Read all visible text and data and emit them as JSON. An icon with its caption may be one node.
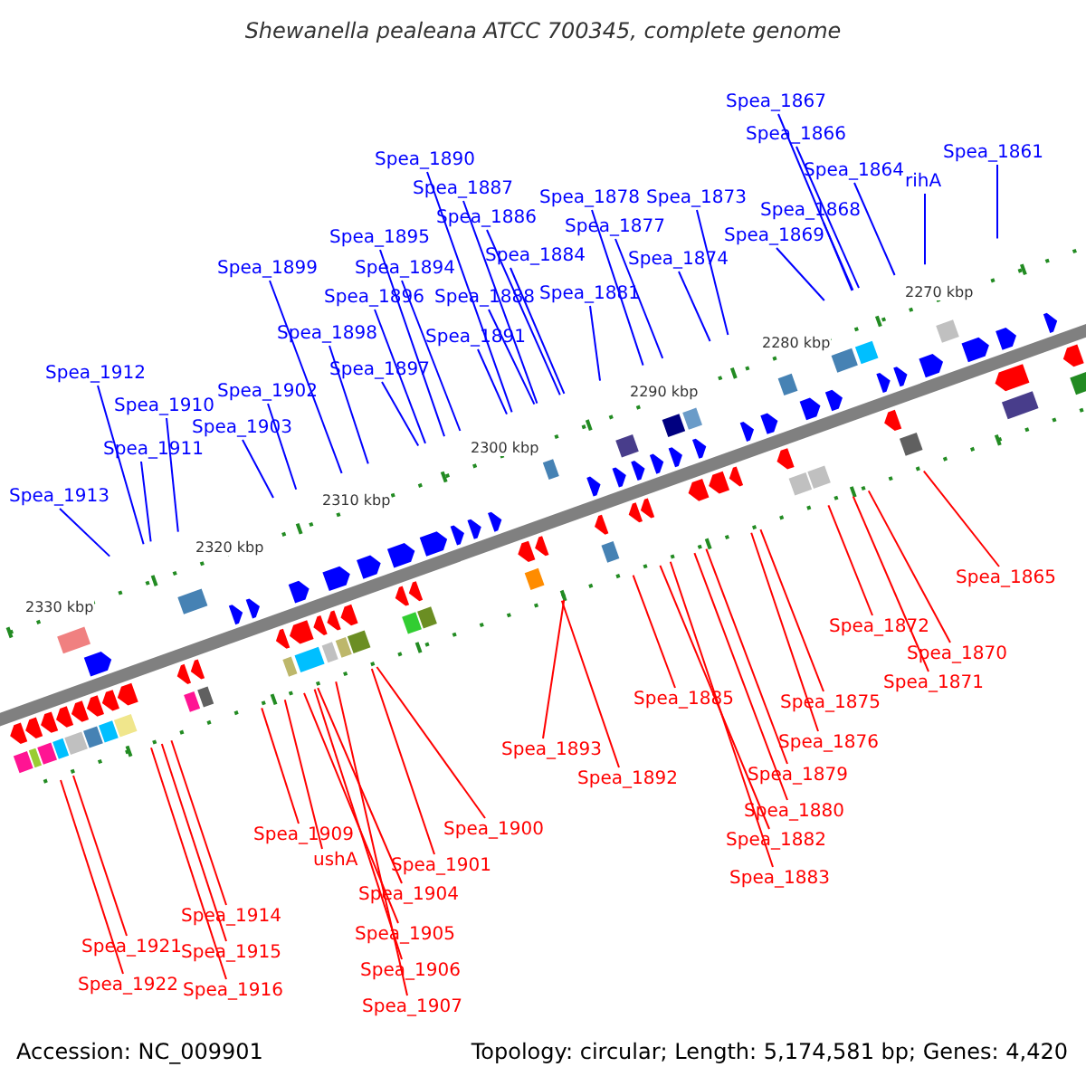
{
  "diagram": {
    "title": "Shewanella pealeana ATCC 700345, complete genome",
    "nodes": [
      {
        "text": [
          "Spea_1867"
        ]
      },
      {
        "text": [
          "Spea_1866"
        ]
      },
      {
        "text": [
          "Spea_1864"
        ]
      },
      {
        "text": [
          "rihA"
        ]
      },
      {
        "text": [
          "Spea_1861"
        ]
      },
      {
        "text": [
          "Spea_1868"
        ]
      },
      {
        "text": [
          "Spea_1869"
        ]
      },
      {
        "text": [
          "Spea_1890"
        ]
      },
      {
        "text": [
          "Spea_1887"
        ]
      },
      {
        "text": [
          "Spea_1886"
        ]
      },
      {
        "text": [
          "Spea_1878"
        ]
      },
      {
        "text": [
          "Spea_1873"
        ]
      },
      {
        "text": [
          "Spea_1877"
        ]
      },
      {
        "text": [
          "Spea_1895"
        ]
      },
      {
        "text": [
          "Spea_1884"
        ]
      },
      {
        "text": [
          "Spea_1874"
        ]
      },
      {
        "text": [
          "Spea_1894"
        ]
      },
      {
        "text": [
          "Spea_1888"
        ]
      },
      {
        "text": [
          "Spea_1881"
        ]
      },
      {
        "text": [
          "Spea_1899"
        ]
      },
      {
        "text": [
          "Spea_1896"
        ]
      },
      {
        "text": [
          "Spea_1898"
        ]
      },
      {
        "text": [
          "Spea_1891"
        ]
      },
      {
        "text": [
          "Spea_1897"
        ]
      },
      {
        "text": [
          "Spea_1912"
        ]
      },
      {
        "text": [
          "Spea_1902"
        ]
      },
      {
        "text": [
          "Spea_1910"
        ]
      },
      {
        "text": [
          "Spea_1903"
        ]
      },
      {
        "text": [
          "Spea_1911"
        ]
      },
      {
        "text": [
          "Spea_1913"
        ]
      },
      {
        "text": [
          "Spea_1865"
        ]
      },
      {
        "text": [
          "Spea_1872"
        ]
      },
      {
        "text": [
          "Spea_1870"
        ]
      },
      {
        "text": [
          "Spea_1871"
        ]
      },
      {
        "text": [
          "Spea_1885"
        ]
      },
      {
        "text": [
          "Spea_1875"
        ]
      },
      {
        "text": [
          "Spea_1876"
        ]
      },
      {
        "text": [
          "Spea_1879"
        ]
      },
      {
        "text": [
          "Spea_1880"
        ]
      },
      {
        "text": [
          "Spea_1882"
        ]
      },
      {
        "text": [
          "Spea_1883"
        ]
      },
      {
        "text": [
          "Spea_1893"
        ]
      },
      {
        "text": [
          "Spea_1892"
        ]
      },
      {
        "text": [
          "Spea_1900"
        ]
      },
      {
        "text": [
          "Spea_1901"
        ]
      },
      {
        "text": [
          "Spea_1909"
        ]
      },
      {
        "text": [
          "ushA"
        ]
      },
      {
        "text": [
          "Spea_1904"
        ]
      },
      {
        "text": [
          "Spea_1905"
        ]
      },
      {
        "text": [
          "Spea_1906"
        ]
      },
      {
        "text": [
          "Spea_1907"
        ]
      },
      {
        "text": [
          "Spea_1914"
        ]
      },
      {
        "text": [
          "Spea_1915"
        ]
      },
      {
        "text": [
          "Spea_1916"
        ]
      },
      {
        "text": [
          "Spea_1921"
        ]
      },
      {
        "text": [
          "Spea_1922"
        ]
      }
    ],
    "edges": [
      {
        "from": 0,
        "to": null,
        "arrow": "none"
      },
      {
        "from": 1,
        "to": null,
        "arrow": "none"
      },
      {
        "from": 2,
        "to": null,
        "arrow": "none"
      },
      {
        "from": 3,
        "to": null,
        "arrow": "none"
      },
      {
        "from": 4,
        "to": null,
        "arrow": "none"
      },
      {
        "from": 5,
        "to": null,
        "arrow": "none"
      },
      {
        "from": 6,
        "to": null,
        "arrow": "none"
      },
      {
        "from": 7,
        "to": null,
        "arrow": "none"
      },
      {
        "from": 8,
        "to": null,
        "arrow": "none"
      },
      {
        "from": 9,
        "to": null,
        "arrow": "none"
      },
      {
        "from": 10,
        "to": null,
        "arrow": "none"
      },
      {
        "from": 11,
        "to": null,
        "arrow": "none"
      },
      {
        "from": 12,
        "to": null,
        "arrow": "none"
      },
      {
        "from": 13,
        "to": null,
        "arrow": "none"
      },
      {
        "from": 14,
        "to": null,
        "arrow": "none"
      },
      {
        "from": 15,
        "to": null,
        "arrow": "none"
      },
      {
        "from": 16,
        "to": null,
        "arrow": "none"
      },
      {
        "from": 17,
        "to": null,
        "arrow": "none"
      },
      {
        "from": 18,
        "to": null,
        "arrow": "none"
      },
      {
        "from": 19,
        "to": null,
        "arrow": "none"
      },
      {
        "from": 20,
        "to": null,
        "arrow": "none"
      },
      {
        "from": 21,
        "to": null,
        "arrow": "none"
      },
      {
        "from": 22,
        "to": null,
        "arrow": "none"
      },
      {
        "from": 23,
        "to": null,
        "arrow": "none"
      },
      {
        "from": 24,
        "to": null,
        "arrow": "none"
      },
      {
        "from": 25,
        "to": null,
        "arrow": "none"
      },
      {
        "from": 26,
        "to": null,
        "arrow": "none"
      },
      {
        "from": 27,
        "to": null,
        "arrow": "none"
      },
      {
        "from": 28,
        "to": null,
        "arrow": "none"
      },
      {
        "from": 29,
        "to": null,
        "arrow": "none"
      },
      {
        "from": 30,
        "to": null,
        "arrow": "none",
        "color": "#ff0000"
      },
      {
        "from": 31,
        "to": null,
        "arrow": "none",
        "color": "#ff0000"
      },
      {
        "from": 32,
        "to": null,
        "arrow": "none",
        "color": "#ff0000"
      },
      {
        "from": 33,
        "to": null,
        "arrow": "none",
        "color": "#ff0000"
      },
      {
        "from": 34,
        "to": null,
        "arrow": "none",
        "color": "#ff0000"
      },
      {
        "from": 35,
        "to": null,
        "arrow": "none",
        "color": "#ff0000"
      },
      {
        "from": 36,
        "to": null,
        "arrow": "none",
        "color": "#ff0000"
      },
      {
        "from": 37,
        "to": null,
        "arrow": "none",
        "color": "#ff0000"
      },
      {
        "from": 38,
        "to": null,
        "arrow": "none",
        "color": "#ff0000"
      },
      {
        "from": 39,
        "to": null,
        "arrow": "none",
        "color": "#ff0000"
      },
      {
        "from": 40,
        "to": null,
        "arrow": "none",
        "color": "#ff0000"
      },
      {
        "from": 41,
        "to": null,
        "arrow": "none",
        "color": "#ff0000"
      },
      {
        "from": 42,
        "to": null,
        "arrow": "none",
        "color": "#ff0000"
      },
      {
        "from": 43,
        "to": null,
        "arrow": "none",
        "color": "#ff0000"
      },
      {
        "from": 44,
        "to": null,
        "arrow": "none",
        "color": "#ff0000"
      },
      {
        "from": 45,
        "to": null,
        "arrow": "none",
        "color": "#ff0000"
      },
      {
        "from": 46,
        "to": null,
        "arrow": "none",
        "color": "#ff0000"
      },
      {
        "from": 47,
        "to": null,
        "arrow": "none",
        "color": "#ff0000"
      },
      {
        "from": 48,
        "to": null,
        "arrow": "none",
        "color": "#ff0000"
      },
      {
        "from": 49,
        "to": null,
        "arrow": "none",
        "color": "#ff0000"
      },
      {
        "from": 50,
        "to": null,
        "arrow": "none",
        "color": "#ff0000"
      },
      {
        "from": 51,
        "to": null,
        "arrow": "none",
        "color": "#ff0000"
      },
      {
        "from": 52,
        "to": null,
        "arrow": "none",
        "color": "#ff0000"
      },
      {
        "from": 53,
        "to": null,
        "arrow": "none",
        "color": "#ff0000"
      },
      {
        "from": 54,
        "to": null,
        "arrow": "none",
        "color": "#ff0000"
      },
      {
        "from": 55,
        "to": null,
        "arrow": "none",
        "color": "#ff0000"
      }
    ],
    "labels": [
      "2270 kbp",
      "2280 kbp",
      "2290 kbp",
      "2300 kbp",
      "2310 kbp",
      "2320 kbp",
      "2330 kbp",
      "Accession: NC_009901",
      "Topology: circular; Length: 5,174,581 bp; Genes: 4,420"
    ]
  }
}
